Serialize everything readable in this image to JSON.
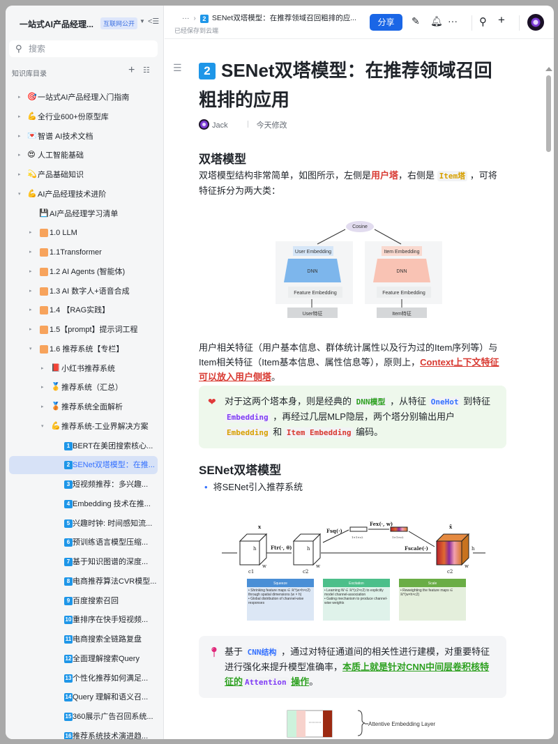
{
  "sidebar": {
    "kb_title": "一站式AI产品经理...",
    "kb_badge": "互联网公开",
    "search_placeholder": "搜索",
    "dir_label": "知识库目录",
    "items": [
      {
        "label": "一站式AI产品经理入门指南",
        "icon": "🎯",
        "level": 0,
        "arrow": "▸"
      },
      {
        "label": "全行业600+份原型库",
        "icon": "💪",
        "level": 0,
        "arrow": "▸"
      },
      {
        "label": "智谱 AI技术文档",
        "icon": "💌",
        "level": 0,
        "arrow": "▸"
      },
      {
        "label": "人工智能基础",
        "icon": "😍",
        "level": 0,
        "arrow": "▸"
      },
      {
        "label": "产品基础知识",
        "icon": "💫",
        "level": 0,
        "arrow": "▸"
      },
      {
        "label": "AI产品经理技术进阶",
        "icon": "💪",
        "level": 0,
        "arrow": "▾"
      },
      {
        "label": "AI产品经理学习清单",
        "icon": "💾",
        "level": 1,
        "arrow": ""
      },
      {
        "label": "1.0 LLM",
        "icon": "folder",
        "level": 1,
        "arrow": "▸"
      },
      {
        "label": "1.1Transformer",
        "icon": "folder",
        "level": 1,
        "arrow": "▸"
      },
      {
        "label": "1.2 AI Agents (智能体)",
        "icon": "folder",
        "level": 1,
        "arrow": "▸"
      },
      {
        "label": "1.3 AI 数字人+语音合成",
        "icon": "folder",
        "level": 1,
        "arrow": "▸"
      },
      {
        "label": "1.4 【RAG实践】",
        "icon": "folder",
        "level": 1,
        "arrow": "▸"
      },
      {
        "label": "1.5【prompt】提示词工程",
        "icon": "folder",
        "level": 1,
        "arrow": "▸"
      },
      {
        "label": "1.6 推荐系统【专栏】",
        "icon": "folder",
        "level": 1,
        "arrow": "▾"
      },
      {
        "label": "小红书推荐系统",
        "icon": "📕",
        "level": 2,
        "arrow": "▸"
      },
      {
        "label": "推荐系统（汇总）",
        "icon": "🥇",
        "level": 2,
        "arrow": "▸"
      },
      {
        "label": "推荐系统全面解析",
        "icon": "🥉",
        "level": 2,
        "arrow": "▸"
      },
      {
        "label": "推荐系统-工业界解决方案",
        "icon": "💪",
        "level": 2,
        "arrow": "▾"
      },
      {
        "label": "BERT在美团搜索核心...",
        "icon": "1",
        "level": 3
      },
      {
        "label": "SENet双塔模型：在推...",
        "icon": "2",
        "level": 3,
        "selected": true
      },
      {
        "label": "短视频推荐：多兴趣...",
        "icon": "3",
        "level": 3
      },
      {
        "label": "Embedding 技术在推...",
        "icon": "4",
        "level": 3
      },
      {
        "label": "兴趣时钟: 时间感知流...",
        "icon": "5",
        "level": 3
      },
      {
        "label": "预训练语言模型压缩...",
        "icon": "6",
        "level": 3
      },
      {
        "label": "基于知识图谱的深度...",
        "icon": "7",
        "level": 3
      },
      {
        "label": "电商推荐算法CVR模型...",
        "icon": "8",
        "level": 3
      },
      {
        "label": "百度搜索召回",
        "icon": "9",
        "level": 3
      },
      {
        "label": "重排序在快手短视频...",
        "icon": "10",
        "level": 3
      },
      {
        "label": "电商搜索全链路复盘",
        "icon": "11",
        "level": 3
      },
      {
        "label": "全面理解搜索Query",
        "icon": "12",
        "level": 3
      },
      {
        "label": "个性化推荐如何满足...",
        "icon": "13",
        "level": 3
      },
      {
        "label": "Query 理解和语义召...",
        "icon": "14",
        "level": 3
      },
      {
        "label": "360展示广告召回系统...",
        "icon": "15",
        "level": 3
      },
      {
        "label": "推荐系统技术演进趋...",
        "icon": "16",
        "level": 3
      }
    ]
  },
  "topbar": {
    "more": "···",
    "breadcrumb_num": "2",
    "breadcrumb": "SENet双塔模型：在推荐领域召回粗排的应...",
    "saved": "已经保存到云端",
    "share": "分享"
  },
  "doc": {
    "title_num": "2",
    "title": "SENet双塔模型：在推荐领域召回粗排的应用",
    "author": "Jack",
    "modified": "今天修改",
    "h2_1": "双塔模型",
    "p1": {
      "a": "双塔模型结构非常简单，如图所示，左侧是",
      "b": "用户塔",
      "c": "，右侧是 ",
      "d": "Item塔",
      "e": " ，可将特征拆分为两大类："
    },
    "fig1": {
      "cosine": "Cosine",
      "user_emb": "User Embedding",
      "item_emb": "Item Embedding",
      "dnn": "DNN",
      "feat": "Feature Embedding",
      "user_feat": "User特征",
      "item_feat": "Item特征"
    },
    "p2": {
      "a": "用户相关特征（用户基本信息、群体统计属性以及行为过的Item序列等）与Item相关特征（Item基本信息、属性信息等），原则上，",
      "b": "Context上下文特征可以放入用户侧塔",
      "c": "。"
    },
    "callout1": {
      "a": "对于这两个塔本身，则是经典的 ",
      "b": "DNN模型",
      "c": " ，从特征 ",
      "d": "OneHot",
      "e": " 到特征 ",
      "f": "Embedding",
      "g": " ，再经过几层MLP隐层，两个塔分别输出用户 ",
      "h": "Embedding",
      "i": " 和 ",
      "j": "Item Embedding",
      "k": " 编码。"
    },
    "h2_2": "SENet双塔模型",
    "bullet": "将SENet引入推荐系统",
    "fig2": {
      "x": "x",
      "xt": "x̃",
      "ftr": "Ftr(·, θ)",
      "fsq": "Fsq(·)",
      "fex": "Fex(·, w)",
      "fscale": "Fscale(·)",
      "h": "h",
      "w": "w",
      "c1": "c1",
      "c2": "c2",
      "dim1": "1×1×c2",
      "dim2": "1×1×c2",
      "squeeze_title": "Squeeze",
      "squeeze_1": "Shrinking feature maps ∈ ℝ^(w×h×c2) through spatial dimensions (w × h)",
      "squeeze_2": "Global distribution of channel-wise responses",
      "excitation_title": "Excitation",
      "excitation_1": "Learning W ∈ ℝ^(c2×c2) to explicitly model channel-association",
      "excitation_2": "Gating mechanism to produce channel-wise weights",
      "scale_title": "Scale",
      "scale_1": "Reweighting the feature maps ∈ ℝ^(w×h×c2)",
      "colors": {
        "squeeze": "#4a8fd6",
        "excitation": "#4cbf8a",
        "scale": "#6aad45"
      }
    },
    "callout2": {
      "a": "基于 ",
      "b": "CNN结构",
      "c": " ，通过对特征通道间的相关性进行建模，对重要特征进行强化来提升模型准确率，",
      "d": "本质上就是针对CNN中间层卷积核特征的",
      "e": "Attention",
      "f": " ",
      "g": "操作",
      "h": "。"
    },
    "fig3": {
      "label": "Attentive Embedding Layer"
    }
  },
  "colors": {
    "accent": "#1a66e6",
    "selected_bg": "#d7e2f7",
    "callout_green": "#eef8ec",
    "callout_grey": "#f4f5f7"
  }
}
